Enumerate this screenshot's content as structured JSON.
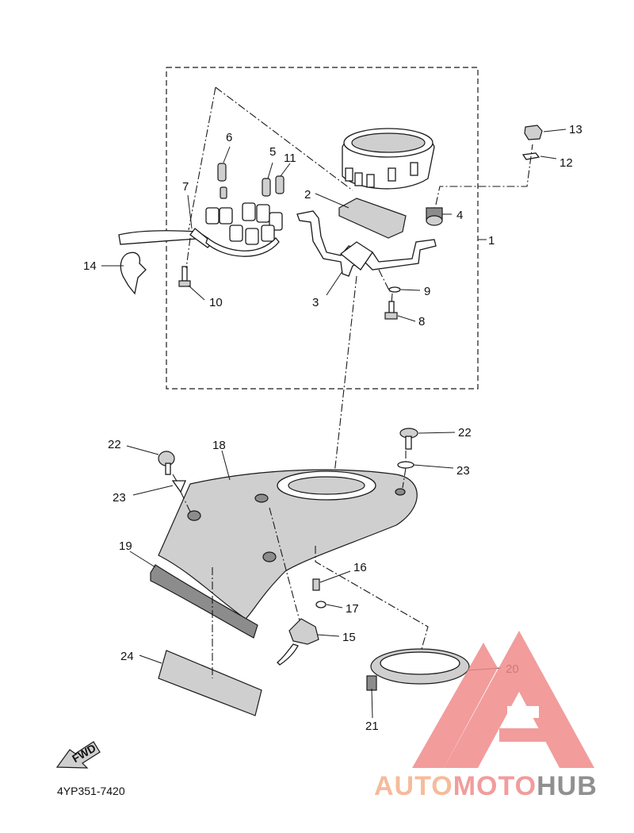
{
  "diagram": {
    "code": "4YP351-7420",
    "fwd_label": "FWD",
    "callouts": [
      "1",
      "2",
      "3",
      "4",
      "5",
      "6",
      "7",
      "8",
      "9",
      "10",
      "11",
      "12",
      "13",
      "14",
      "15",
      "16",
      "17",
      "18",
      "19",
      "20",
      "21",
      "22",
      "23",
      "22",
      "23",
      "24"
    ]
  },
  "watermark": {
    "text_part1": "AUTO",
    "text_part2": "MOTO",
    "text_part3": "HUB",
    "color_orange": "#f5b08a",
    "color_red": "#f08b8b",
    "color_gray": "#7d7d7d"
  }
}
